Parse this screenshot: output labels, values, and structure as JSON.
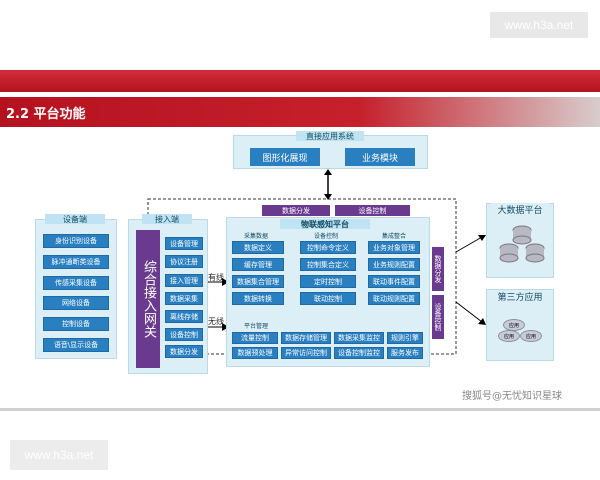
{
  "watermark": {
    "top": "www.h3a.net",
    "bottom": "www.h3a.net"
  },
  "section_title": "2.2 平台功能",
  "app_system": {
    "title": "直接应用系统",
    "items": [
      "图形化展现",
      "业务模块"
    ]
  },
  "devices": {
    "title": "设备端",
    "items": [
      "身份识别设备",
      "脉冲通断类设备",
      "传感采集设备",
      "网络设备",
      "控制设备",
      "语音\\显示设备"
    ]
  },
  "access": {
    "title": "接入端",
    "big_label": "综合接入网关",
    "items": [
      "设备管理",
      "协议注册",
      "接入管理",
      "数据采集",
      "离线存储",
      "设备控制",
      "数据分发"
    ],
    "wired": "有线",
    "wireless": "无线"
  },
  "iot": {
    "title": "物联感知平台",
    "top_tabs": [
      "数据分发",
      "设备控制"
    ],
    "groups": [
      {
        "title": "采集数据",
        "items": [
          "数据定义",
          "缓存管理",
          "数据集合管理",
          "数据转换"
        ]
      },
      {
        "title": "设备控制",
        "items": [
          "控制命令定义",
          "控制集合定义",
          "定时控制",
          "联动控制"
        ]
      },
      {
        "title": "集成整合",
        "items": [
          "业务对象管理",
          "业务规则配置",
          "联动事件配置",
          "联动规则配置"
        ]
      }
    ],
    "platform_mgmt": {
      "title": "平台管理",
      "row1": [
        "流量控制",
        "数据存储管理",
        "数据采集监控",
        "规则引擎"
      ],
      "row2": [
        "数据预处理",
        "异常访问控制",
        "设备控制监控",
        "服务发布"
      ]
    },
    "side": [
      "数据分发",
      "设备控制"
    ]
  },
  "bigdata": {
    "title": "大数据平台"
  },
  "thirdparty": {
    "title": "第三方应用",
    "items": [
      "应用",
      "应用",
      "应用"
    ]
  },
  "credit": "搜狐号@无忧知识星球",
  "colors": {
    "red": "#c6202c",
    "blue": "#2a7fc0",
    "purple": "#6a3a8e",
    "panel": "#dceef6"
  }
}
